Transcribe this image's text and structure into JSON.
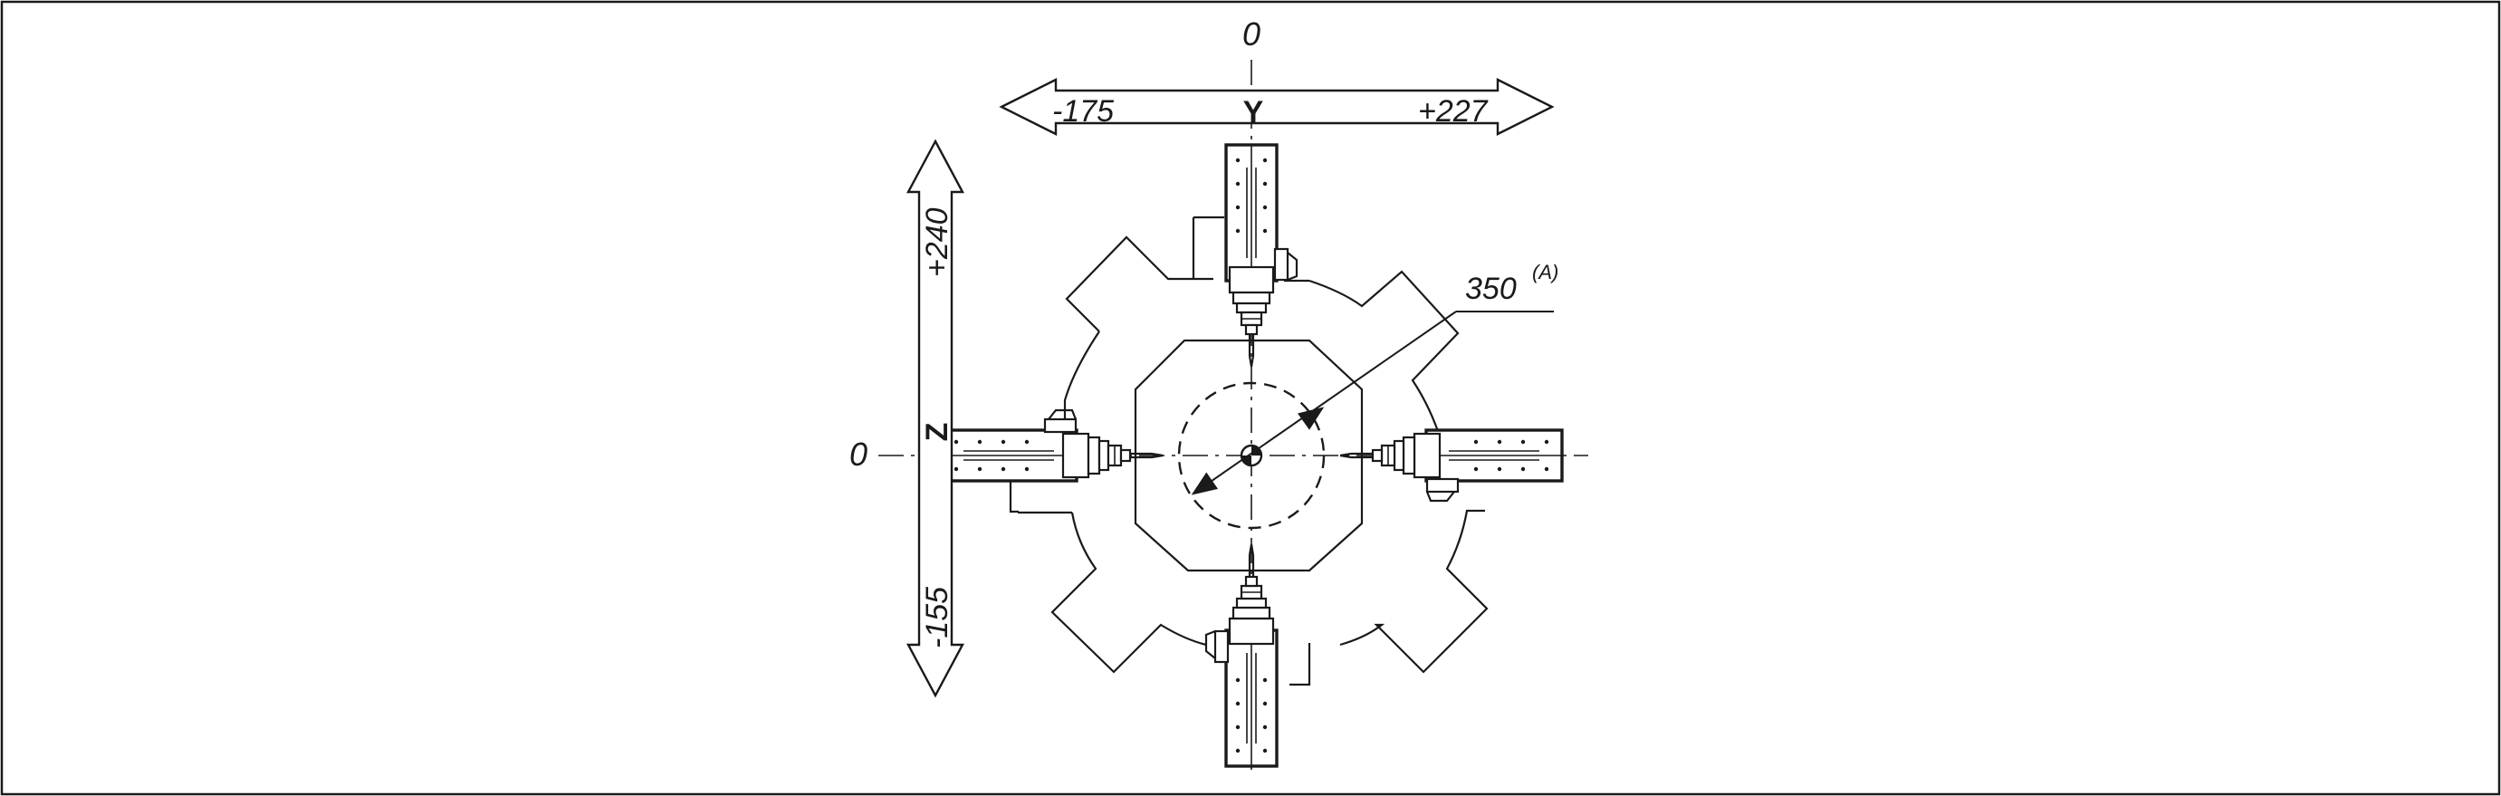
{
  "diagram": {
    "y_axis": {
      "letter": "Y",
      "min_label": "-175",
      "max_label": "+227",
      "zero_label": "0"
    },
    "z_axis": {
      "letter": "Z",
      "min_label": "-155",
      "max_label": "+240",
      "zero_label": "0"
    },
    "diameter": {
      "value": "350",
      "note": "(A)"
    },
    "colors": {
      "line": "#1a1a1a",
      "background": "#ffffff"
    }
  }
}
